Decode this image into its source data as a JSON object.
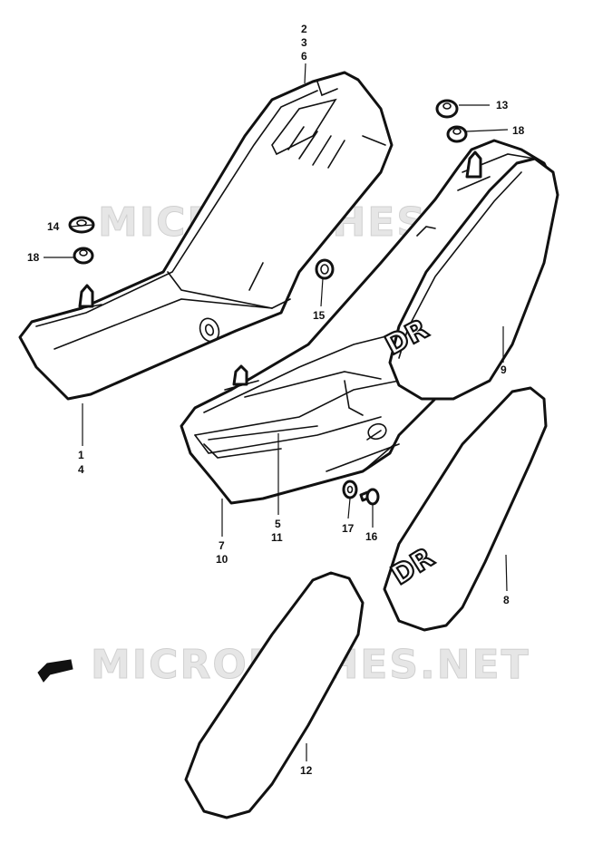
{
  "watermark": "MICROFICHES.NET",
  "decal_text": "DR",
  "callouts": {
    "c_2_3_6": [
      "2",
      "3",
      "6"
    ],
    "c_1_4": [
      "1",
      "4"
    ],
    "c_14": "14",
    "c_18_left": "18",
    "c_15": "15",
    "c_13": "13",
    "c_18_right": "18",
    "c_9": "9",
    "c_7_10": [
      "7",
      "10"
    ],
    "c_5_11": [
      "5",
      "11"
    ],
    "c_17": "17",
    "c_16": "16",
    "c_8": "8",
    "c_12": "12"
  },
  "colors": {
    "line": "#111111",
    "watermark": "#e6e6e6"
  }
}
